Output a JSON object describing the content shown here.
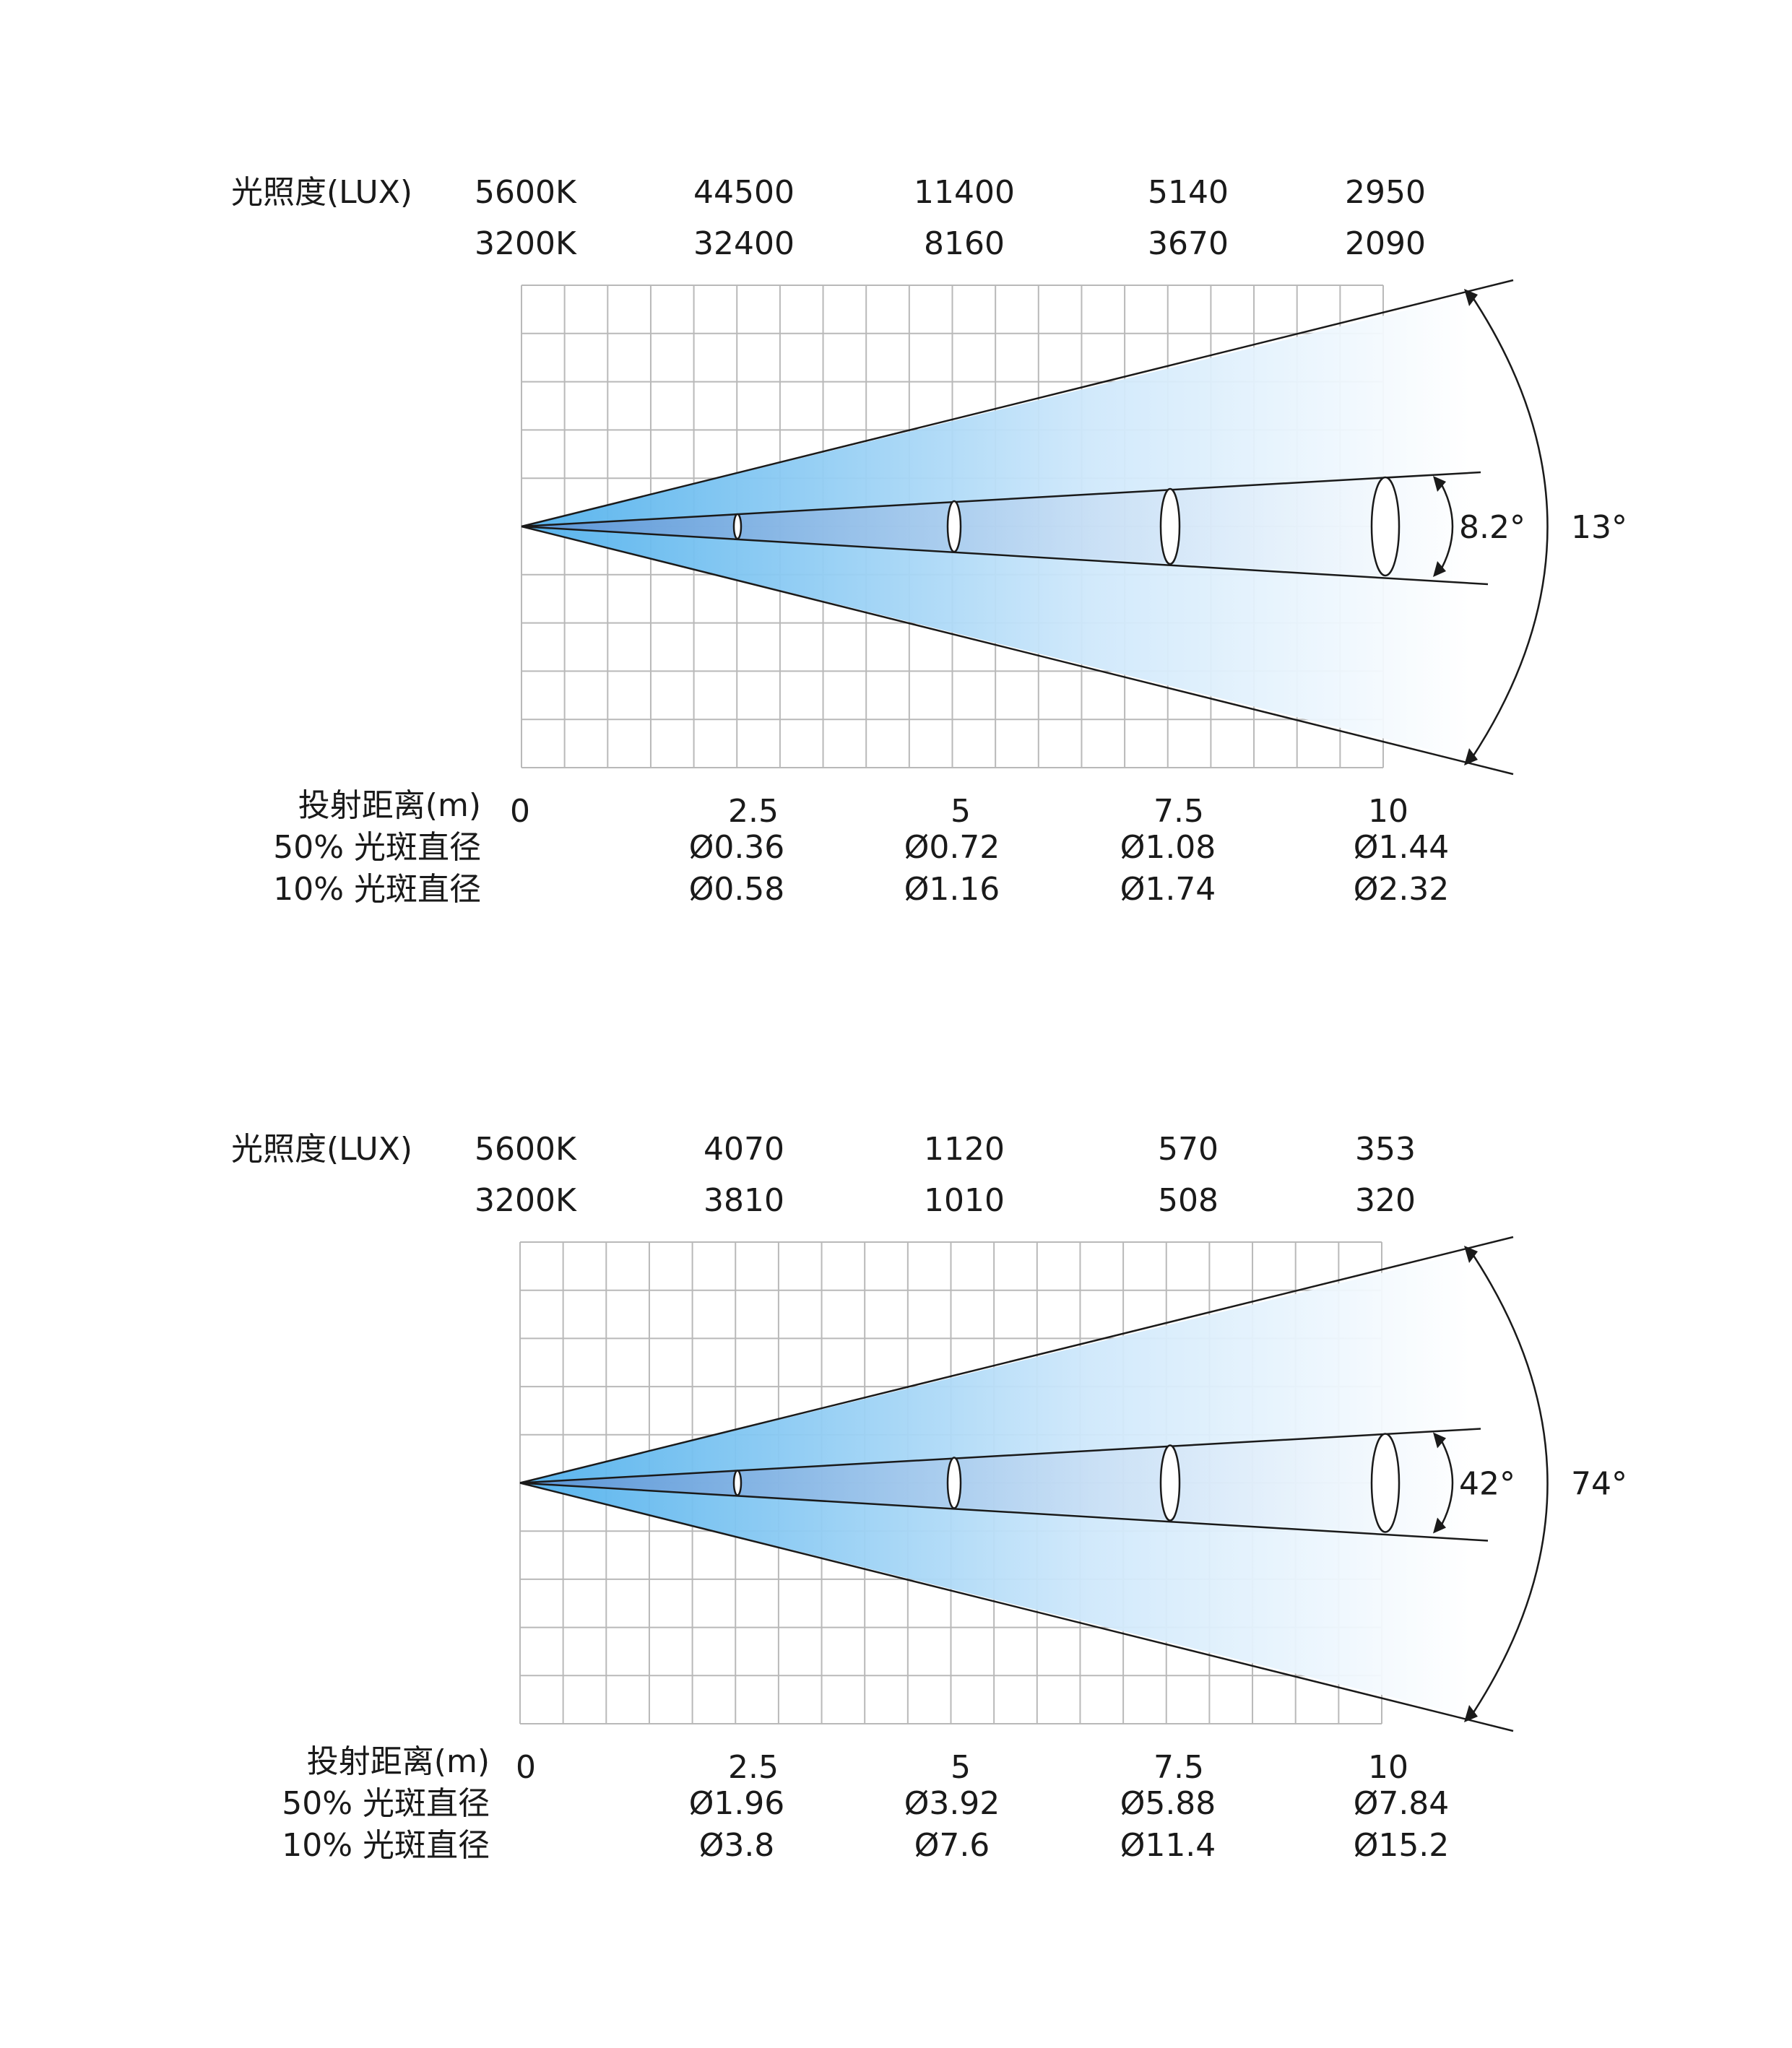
{
  "colors": {
    "beam_near": "#4fb0ec",
    "beam_far": "#ffffff",
    "inner_near": "#5b8fd2",
    "grid": "#b9b9b9",
    "line": "#1a1a1a"
  },
  "panels": [
    {
      "illuminance_label": "光照度(LUX)",
      "rows": [
        {
          "label": "5600K",
          "values": [
            "44500",
            "11400",
            "5140",
            "2950"
          ]
        },
        {
          "label": "3200K",
          "values": [
            "32400",
            "8160",
            "3670",
            "2090"
          ]
        }
      ],
      "distance_label": "投射距离(m)",
      "distances": [
        "0",
        "2.5",
        "5",
        "7.5",
        "10"
      ],
      "spot50_label": "50% 光斑直径",
      "spot50": [
        "Ø0.36",
        "Ø0.72",
        "Ø1.08",
        "Ø1.44"
      ],
      "spot10_label": "10% 光斑直径",
      "spot10": [
        "Ø0.58",
        "Ø1.16",
        "Ø1.74",
        "Ø2.32"
      ],
      "inner_angle": "8.2°",
      "outer_angle": "13°"
    },
    {
      "illuminance_label": "光照度(LUX)",
      "rows": [
        {
          "label": "5600K",
          "values": [
            "4070",
            "1120",
            "570",
            "353"
          ]
        },
        {
          "label": "3200K",
          "values": [
            "3810",
            "1010",
            "508",
            "320"
          ]
        }
      ],
      "distance_label": "投射距离(m)",
      "distances": [
        "0",
        "2.5",
        "5",
        "7.5",
        "10"
      ],
      "spot50_label": "50% 光斑直径",
      "spot50": [
        "Ø1.96",
        "Ø3.92",
        "Ø5.88",
        "Ø7.84"
      ],
      "spot10_label": "10% 光斑直径",
      "spot10": [
        "Ø3.8",
        "Ø7.6",
        "Ø11.4",
        "Ø15.2"
      ],
      "inner_angle": "42°",
      "outer_angle": "74°"
    }
  ]
}
